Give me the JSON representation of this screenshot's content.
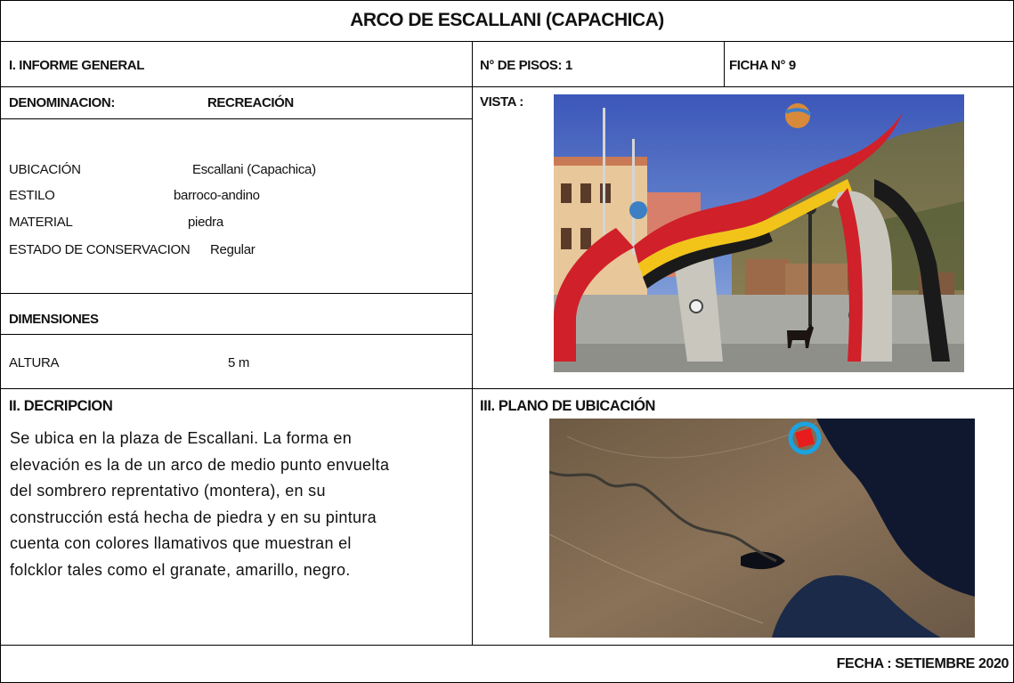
{
  "header": {
    "title": "ARCO DE ESCALLANI (CAPACHICA)"
  },
  "general": {
    "section_title": "I. INFORME GENERAL",
    "floors": "N° DE PISOS: 1",
    "sheet": "FICHA N° 9",
    "denomination_label": "DENOMINACION:",
    "denomination_value": "RECREACIÓN"
  },
  "fields": [
    {
      "label": "UBICACIÓN",
      "value": "Escallani (Capachica)"
    },
    {
      "label": "ESTILO",
      "value": "barroco-andino"
    },
    {
      "label": "MATERIAL",
      "value": "piedra"
    },
    {
      "label": "ESTADO DE CONSERVACION",
      "value": "Regular"
    }
  ],
  "dimensions": {
    "section_title": "DIMENSIONES",
    "height_label": "ALTURA",
    "height_value": "5 m"
  },
  "view": {
    "label": "VISTA :"
  },
  "description": {
    "section_title": "II. DECRIPCION",
    "lines": [
      "Se ubica en la plaza de Escallani. La forma en",
      "elevación es la de un arco de medio punto envuelta",
      "del sombrero reprentativo (montera), en su",
      "construcción está hecha de piedra y en su pintura",
      "cuenta con colores llamativos que muestran el",
      "folcklor tales como el granate, amarillo, negro."
    ]
  },
  "location_plan": {
    "section_title": "III. PLANO DE UBICACIÓN"
  },
  "footer": {
    "date": "FECHA : SETIEMBRE 2020"
  },
  "colors": {
    "arch_red": "#d0202a",
    "arch_yellow": "#f2c41a",
    "arch_black": "#1a1a1a",
    "marker_red": "#e81c1c",
    "marker_ring": "#1ba3e0",
    "lake": "#101830"
  },
  "icons": {
    "location_marker": "map-pin-icon"
  }
}
